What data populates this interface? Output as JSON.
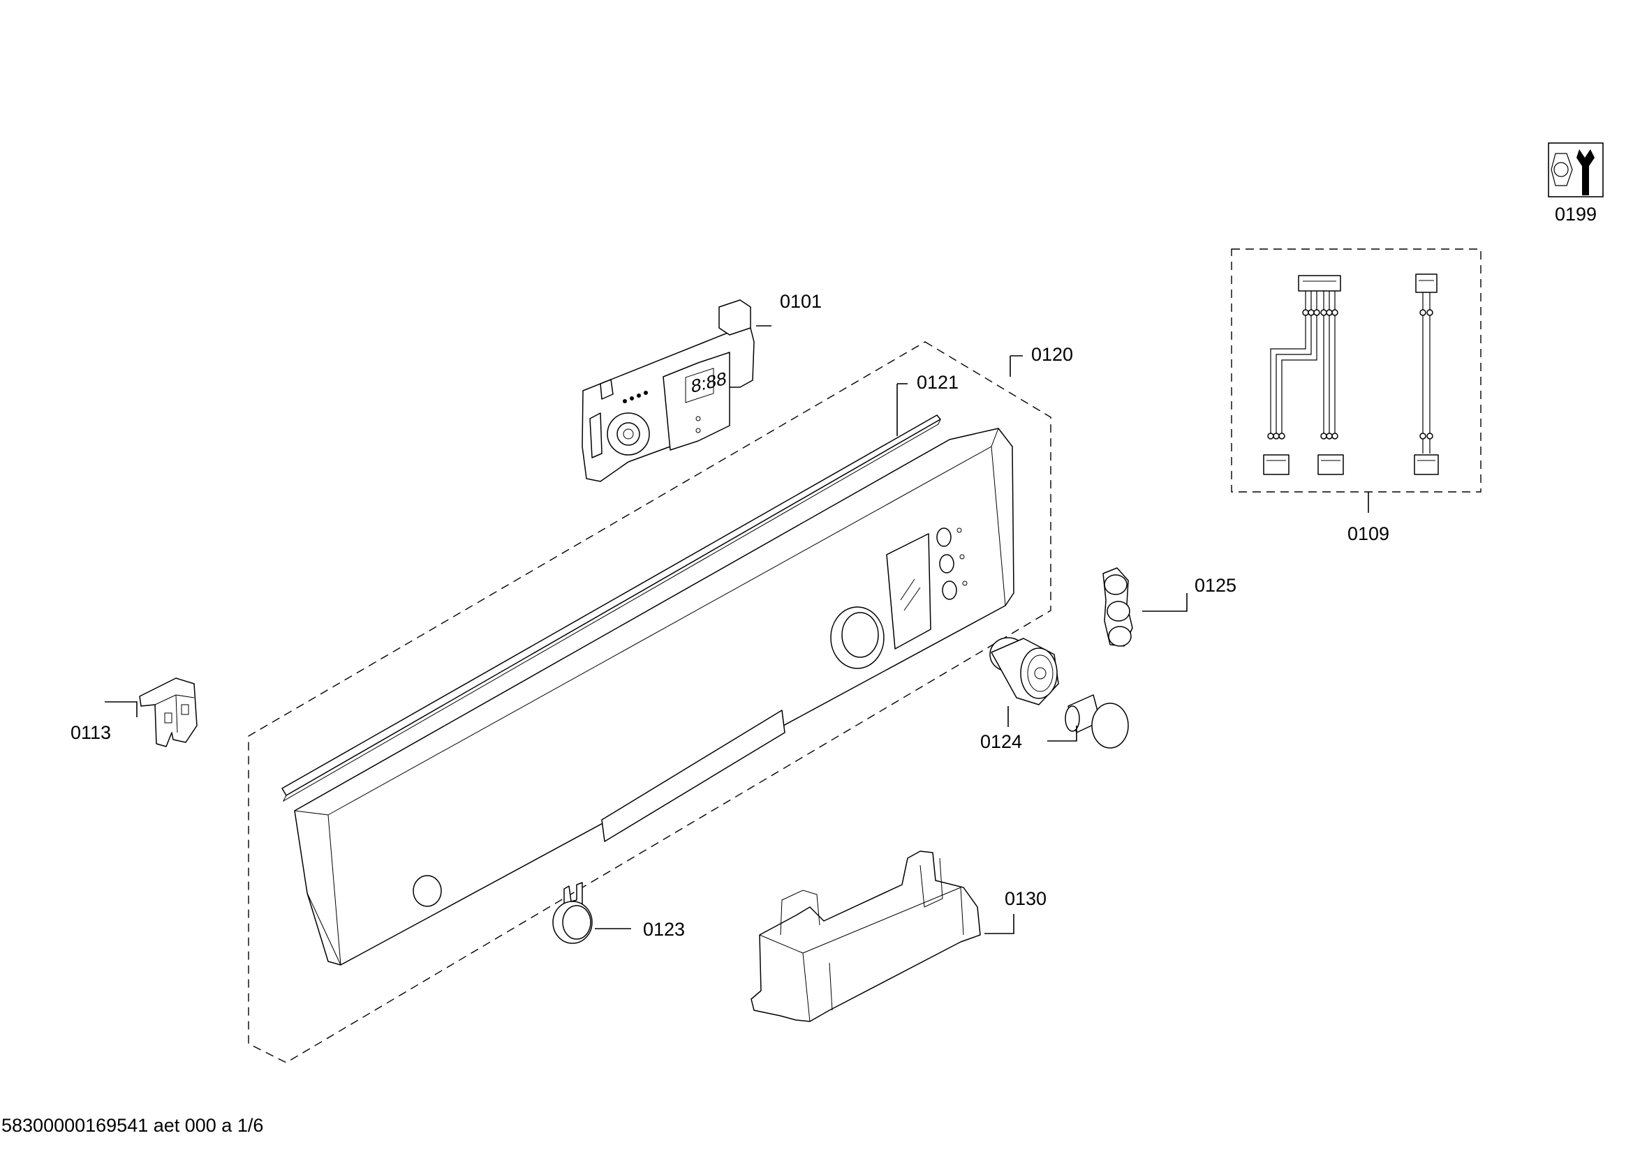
{
  "document_id": "58300000169541 aet 000 a 1/6",
  "labels": {
    "p0101": "0101",
    "p0109": "0109",
    "p0113": "0113",
    "p0120": "0120",
    "p0121": "0121",
    "p0123": "0123",
    "p0124": "0124",
    "p0125": "0125",
    "p0130": "0130",
    "p0199": "0199"
  },
  "icons": {
    "service": "wrench-nut-icon"
  }
}
